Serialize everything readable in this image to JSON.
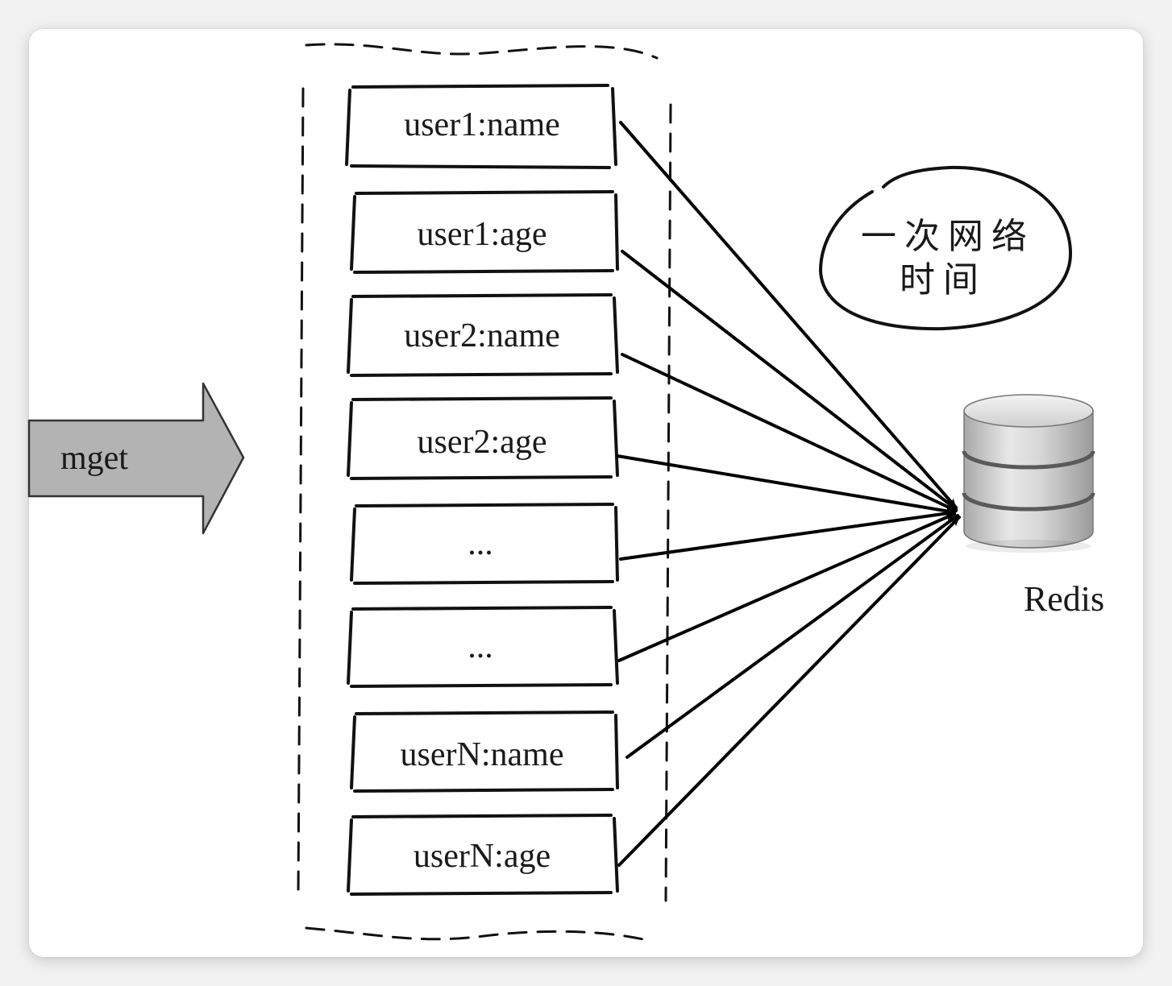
{
  "command_label": "mget",
  "keys": [
    {
      "label": "user1:name"
    },
    {
      "label": "user1:age"
    },
    {
      "label": "user2:name"
    },
    {
      "label": "user2:age"
    },
    {
      "label": "..."
    },
    {
      "label": "..."
    },
    {
      "label": "userN:name"
    },
    {
      "label": "userN:age"
    }
  ],
  "network_note": {
    "line1": "一次网络",
    "line2": "时间"
  },
  "server_label": "Redis",
  "icons": {
    "database": "database-cylinder-icon"
  }
}
